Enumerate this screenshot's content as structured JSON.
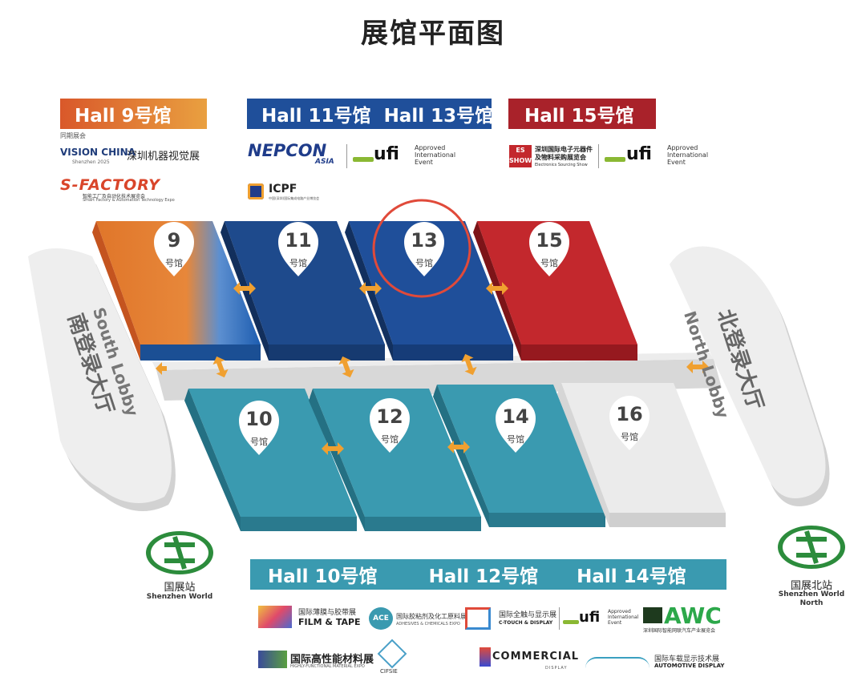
{
  "page_title": "展馆平面图",
  "colors": {
    "hall9": "#e0762a",
    "hall_blue": "#1f4f9a",
    "hall_red": "#c3282d",
    "hall_teal": "#3a9ab0",
    "hall16": "#e6e6e6",
    "lobby": "#e3e3e3",
    "arrow": "#f0a030",
    "metro": "#2c8c3c",
    "bottom_banner": "#3a9ab0"
  },
  "top_banners": [
    {
      "hall9": "Hall 9号馆"
    },
    {
      "hall11": "Hall 11号馆"
    },
    {
      "hall13": "Hall 13号馆"
    },
    {
      "hall15": "Hall 15号馆"
    }
  ],
  "banners": {
    "hall9": "Hall 9号馆",
    "hall11": "Hall 11号馆",
    "hall13": "Hall 13号馆",
    "hall15": "Hall 15号馆",
    "hall10": "Hall 10号馆",
    "hall12": "Hall 12号馆",
    "hall14": "Hall 14号馆"
  },
  "halls": {
    "h9": {
      "num": "9",
      "label": "号馆"
    },
    "h11": {
      "num": "11",
      "label": "号馆"
    },
    "h13": {
      "num": "13",
      "label": "号馆"
    },
    "h15": {
      "num": "15",
      "label": "号馆"
    },
    "h10": {
      "num": "10",
      "label": "号馆"
    },
    "h12": {
      "num": "12",
      "label": "号馆"
    },
    "h14": {
      "num": "14",
      "label": "号馆"
    },
    "h16": {
      "num": "16",
      "label": "号馆"
    }
  },
  "lobbies": {
    "south_cn": "南登录大厅",
    "south_en": "South Lobby",
    "north_cn": "北登录大厅",
    "north_en": "North Lobby"
  },
  "stations": {
    "south_cn": "国展站",
    "south_en": "Shenzhen World",
    "north_cn": "国展北站",
    "north_en_1": "Shenzhen World",
    "north_en_2": "North"
  },
  "logos": {
    "same_period": "同期展会",
    "vision_china": "VISION CHINA",
    "vision_china_sub": "Shenzhen 2025",
    "vision_cn": "深圳机器视觉展",
    "sfactory": "S-FACTORY",
    "sfactory_sub": "智能工厂及自动化技术展览会",
    "sfactory_en": "Smart Factory & Automation Technology Expo",
    "nepcon": "NEPCON",
    "nepcon_asia": "ASIA",
    "ufi": "ufi",
    "ufi_approved_1": "Approved",
    "ufi_approved_2": "International",
    "ufi_approved_3": "Event",
    "icpf": "ICPF",
    "icpf_sub": "中国(深圳)国际集成电路产业博览会",
    "es_show": "ES SHOW",
    "es_cn_1": "深圳国际电子元器件",
    "es_cn_2": "及物料采购展览会",
    "es_en": "Electronics Sourcing Show",
    "film_cn": "国际薄膜与胶带展",
    "film_en": "FILM & TAPE",
    "ace": "ACE",
    "ace_cn": "国际胶粘剂及化工原料展",
    "ace_en": "ADHESIVES & CHEMICALS EXPO",
    "ctouch_cn": "国际全触与显示展",
    "ctouch_en": "C-TOUCH & DISPLAY",
    "awc": "AWC",
    "awc_cn": "深圳国际智能网联汽车产业展览会",
    "hfm_cn": "国际高性能材料展",
    "hfm_en": "HIGHLY-FUNCTIONAL MATERIAL EXPO",
    "cifsie": "CIFSIE",
    "commercial": "COMMERCIAL",
    "commercial_sub": "DISPLAY",
    "auto_cn": "国际车载显示技术展",
    "auto_en": "AUTOMOTIVE DISPLAY"
  }
}
